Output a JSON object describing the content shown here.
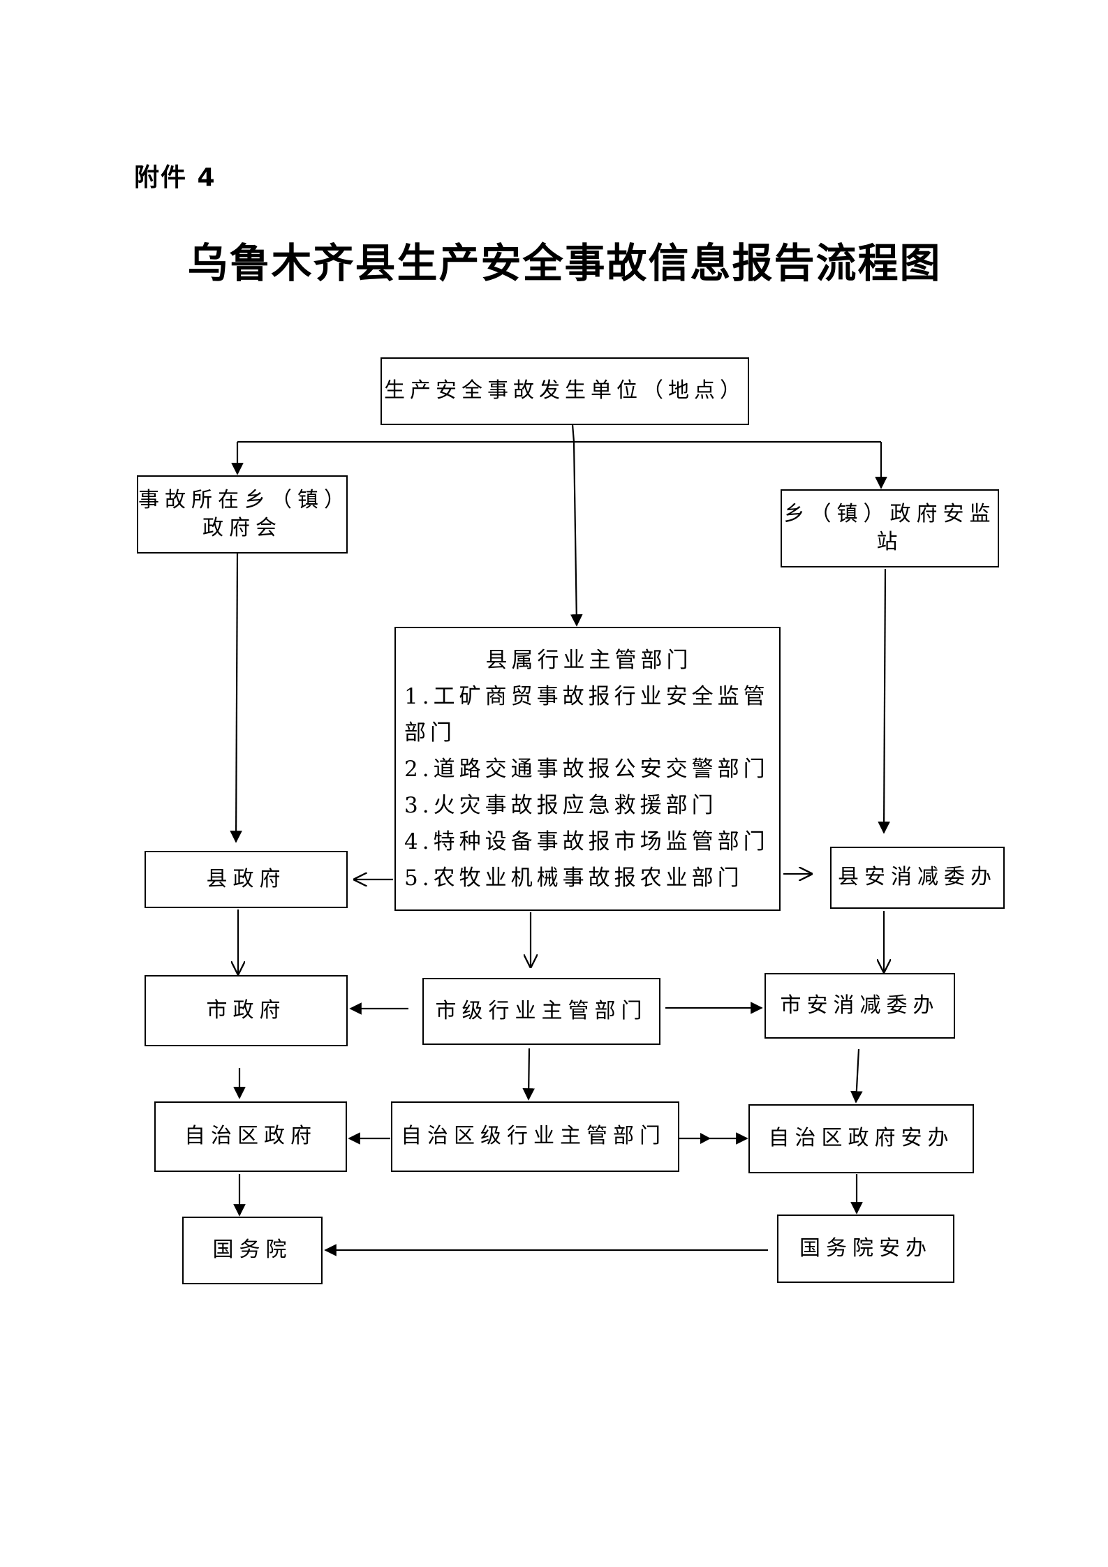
{
  "attachment_label": "附件 4",
  "title": "乌鲁木齐县生产安全事故信息报告流程图",
  "nodes": {
    "origin": "生产安全事故发生单位（地点）",
    "township_gov": [
      "事故所在乡（镇）",
      "政府会"
    ],
    "township_safety": [
      "乡（镇）政府安监",
      "站"
    ],
    "county_industry": {
      "heading": "县属行业主管部门",
      "items": [
        "1.工矿商贸事故报行业安全监管部门",
        "2.道路交通事故报公安交警部门",
        "3.火灾事故报应急救援部门",
        "4.特种设备事故报市场监管部门",
        "5.农牧业机械事故报农业部门"
      ]
    },
    "county_gov": "县政府",
    "county_safety": "县安消减委办",
    "city_gov": "市政府",
    "city_industry": "市级行业主管部门",
    "city_safety": "市安消减委办",
    "region_gov": "自治区政府",
    "region_industry": "自治区级行业主管部门",
    "region_safety": "自治区政府安办",
    "state_council": "国务院",
    "state_council_safety": "国务院安办"
  },
  "edges": [
    {
      "from": "origin",
      "to": "township_gov"
    },
    {
      "from": "origin",
      "to": "county_industry"
    },
    {
      "from": "origin",
      "to": "township_safety"
    },
    {
      "from": "township_gov",
      "to": "county_gov"
    },
    {
      "from": "township_safety",
      "to": "county_safety"
    },
    {
      "from": "county_industry",
      "to": "county_gov"
    },
    {
      "from": "county_industry",
      "to": "county_safety"
    },
    {
      "from": "county_industry",
      "to": "city_industry"
    },
    {
      "from": "county_gov",
      "to": "city_gov"
    },
    {
      "from": "county_safety",
      "to": "city_safety"
    },
    {
      "from": "city_industry",
      "to": "city_gov"
    },
    {
      "from": "city_industry",
      "to": "city_safety"
    },
    {
      "from": "city_industry",
      "to": "region_industry"
    },
    {
      "from": "city_gov",
      "to": "region_gov"
    },
    {
      "from": "city_safety",
      "to": "region_safety"
    },
    {
      "from": "region_industry",
      "to": "region_gov"
    },
    {
      "from": "region_industry",
      "to": "region_safety"
    },
    {
      "from": "region_gov",
      "to": "state_council"
    },
    {
      "from": "region_safety",
      "to": "state_council_safety"
    },
    {
      "from": "state_council_safety",
      "to": "state_council"
    }
  ]
}
